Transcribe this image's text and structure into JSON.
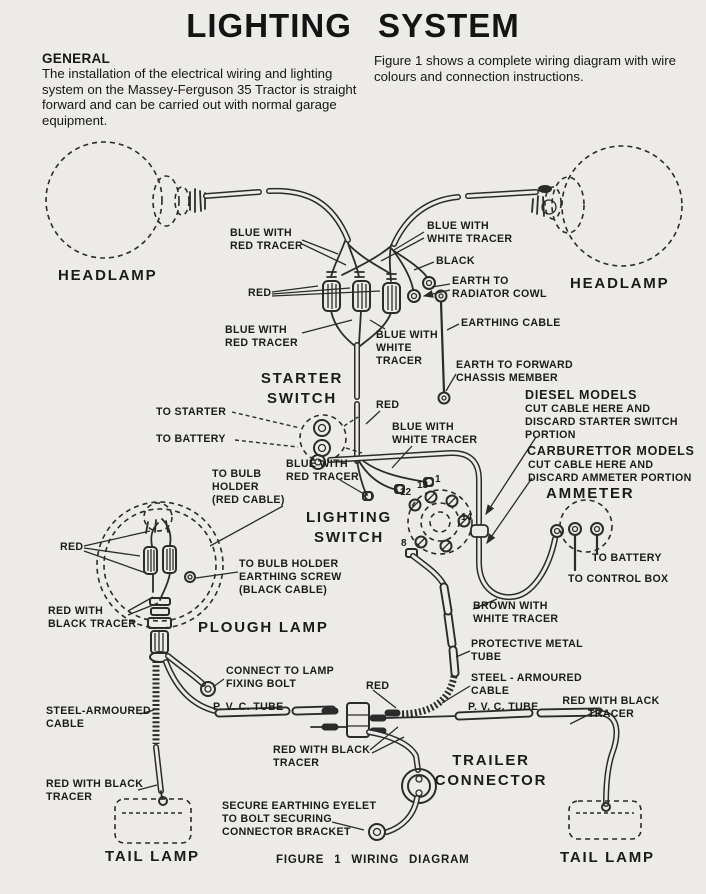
{
  "header": {
    "title": "LIGHTING  SYSTEM",
    "general_heading": "GENERAL",
    "general_body": "The installation of the electrical wiring and lighting\nsystem on the Massey-Ferguson 35 Tractor is straight\nforward and can be carried out with normal garage\nequipment.",
    "figure_note": "Figure 1 shows a complete wiring diagram with wire\ncolours and connection instructions."
  },
  "colors": {
    "paper": "#ecebe7",
    "ink": "#2b2b2b"
  },
  "diagram": {
    "components": {
      "headlamp_left": "HEADLAMP",
      "headlamp_right": "HEADLAMP",
      "starter_switch": "STARTER\nSWITCH",
      "lighting_switch": "LIGHTING\nSWITCH",
      "ammeter": "AMMETER",
      "plough_lamp": "PLOUGH  LAMP",
      "trailer_connector": "TRAILER\nCONNECTOR",
      "tail_lamp_left": "TAIL  LAMP",
      "tail_lamp_right": "TAIL  LAMP"
    },
    "wires": {
      "blue_red_top": "BLUE WITH\nRED TRACER",
      "blue_white_top": "BLUE WITH\nWHITE TRACER",
      "black": "BLACK",
      "earth_radiator": "EARTH TO\nRADIATOR COWL",
      "earthing_cable": "EARTHING CABLE",
      "earth_forward": "EARTH TO FORWARD\nCHASSIS MEMBER",
      "red_top": "RED",
      "blue_red_mid": "BLUE WITH\nRED TRACER",
      "blue_white_mid": "BLUE WITH\nWHITE\nTRACER",
      "to_starter": "TO STARTER",
      "to_battery": "TO BATTERY",
      "red_mid": "RED",
      "blue_white_low": "BLUE WITH\nWHITE TRACER",
      "blue_red_low": "BLUE WITH\nRED TRACER",
      "to_bulb_holder": "TO BULB\nHOLDER\n(RED CABLE)",
      "diesel_title": "DIESEL  MODELS",
      "diesel_body": "CUT CABLE HERE AND\nDISCARD STARTER SWITCH\nPORTION",
      "carburettor_title": "CARBURETTOR MODELS",
      "carburettor_body": "CUT CABLE HERE AND\nDISCARD AMMETER PORTION",
      "ammeter_to_battery": "TO BATTERY",
      "to_control_box": "TO CONTROL BOX",
      "brown_white": "BROWN WITH\nWHITE TRACER",
      "red_plough": "RED",
      "bulb_earthing": "TO BULB HOLDER\nEARTHING SCREW\n(BLACK CABLE)",
      "red_black_plough": "RED WITH\nBLACK TRACER",
      "connect_lamp": "CONNECT TO LAMP\nFIXING BOLT",
      "steel_armoured_left": "STEEL-ARMOURED\nCABLE",
      "pvc_left": "P. V. C.  TUBE",
      "red_bottom": "RED",
      "red_black_center": "RED WITH BLACK\nTRACER",
      "protective_tube": "PROTECTIVE METAL\nTUBE",
      "steel_armoured_right": "STEEL - ARMOURED\nCABLE",
      "pvc_right": "P. V. C. TUBE",
      "red_black_right": "RED WITH BLACK\nTRACER",
      "red_black_bottom_left": "RED WITH BLACK\nTRACER",
      "secure_eyelet": "SECURE EARTHING EYELET\nTO BOLT SECURING\nCONNECTOR BRACKET"
    },
    "terminals": {
      "t12": "12",
      "t13": "13",
      "t1": "1",
      "t14": "14",
      "t8": "8"
    },
    "caption": "FIGURE 1 WIRING DIAGRAM"
  }
}
